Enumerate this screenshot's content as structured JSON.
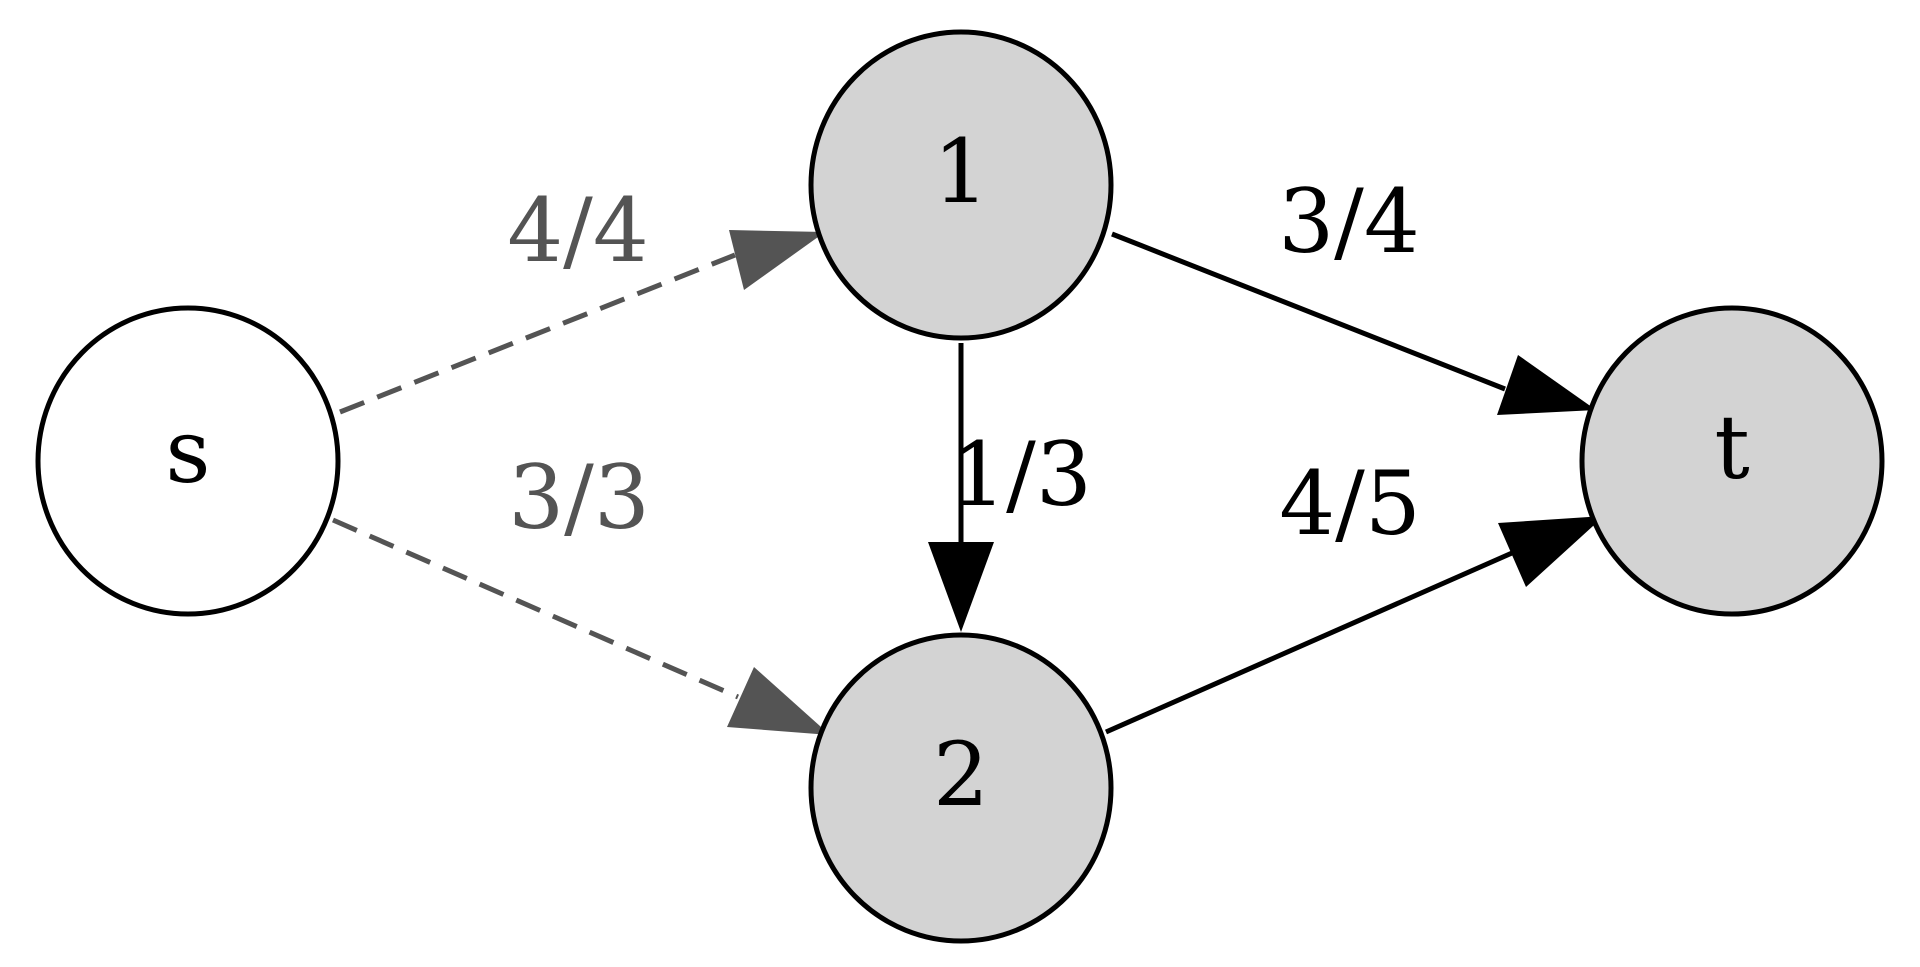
{
  "colors": {
    "background": "#ffffff",
    "node_stroke": "#000000",
    "node_fill_default": "#ffffff",
    "node_fill_visited": "#d3d3d3",
    "edge_solid": "#000000",
    "edge_dashed": "#545454"
  },
  "nodes": [
    {
      "id": "s",
      "label": "s",
      "shaded": false
    },
    {
      "id": "1",
      "label": "1",
      "shaded": true
    },
    {
      "id": "2",
      "label": "2",
      "shaded": true
    },
    {
      "id": "t",
      "label": "t",
      "shaded": true
    }
  ],
  "edges": [
    {
      "from": "s",
      "to": "1",
      "label": "4/4",
      "style": "dashed"
    },
    {
      "from": "s",
      "to": "2",
      "label": "3/3",
      "style": "dashed"
    },
    {
      "from": "1",
      "to": "t",
      "label": "3/4",
      "style": "solid"
    },
    {
      "from": "1",
      "to": "2",
      "label": "1/3",
      "style": "solid"
    },
    {
      "from": "2",
      "to": "t",
      "label": "4/5",
      "style": "solid"
    }
  ]
}
